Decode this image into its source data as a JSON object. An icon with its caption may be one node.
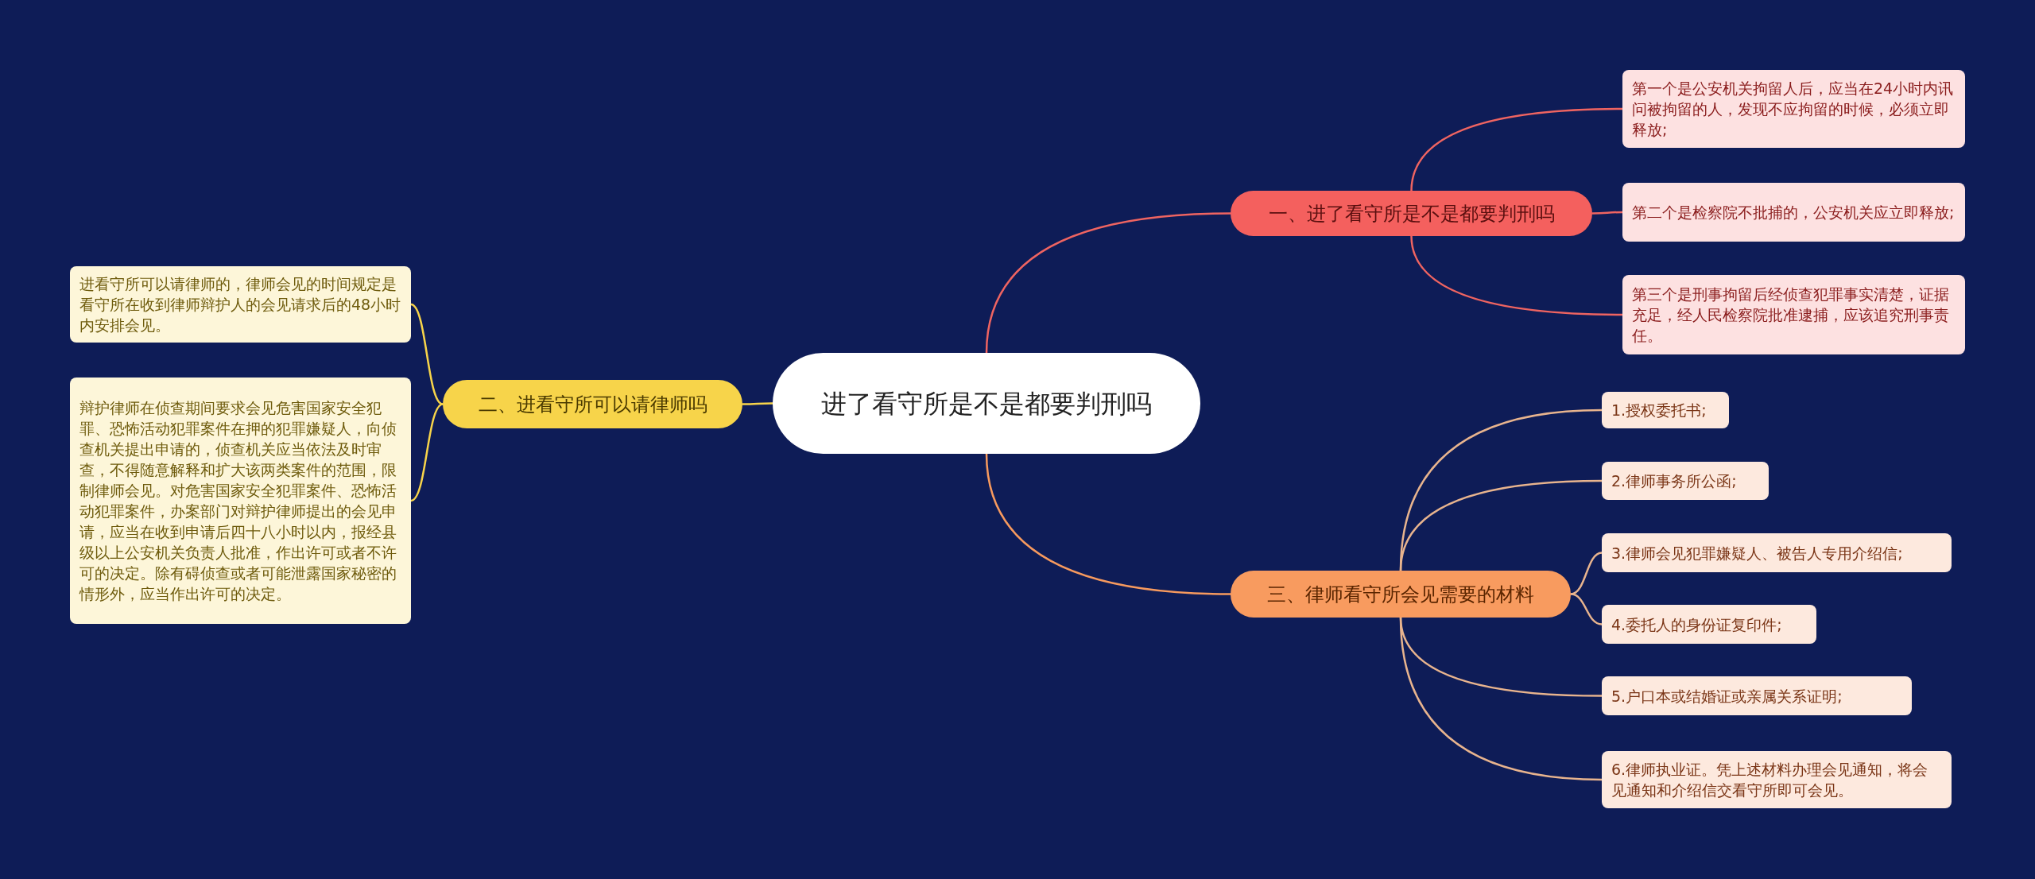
{
  "diagram": {
    "nodes": [
      {
        "text": [
          "进了看守所是不是都要判刑吗"
        ]
      },
      {
        "text": [
          "一、进了看守所是不是都要判刑吗"
        ]
      },
      {
        "text": [
          "第一个是公安机关拘留人后，应当在24小时内讯问被拘留的人，发现不应拘留的时候，必须立即释放;"
        ]
      },
      {
        "text": [
          "第二个是检察院不批捕的，公安机关应立即释放;"
        ]
      },
      {
        "text": [
          "第三个是刑事拘留后经侦查犯罪事实清楚，证据充足，经人民检察院批准逮捕，应该追究刑事责任。"
        ]
      },
      {
        "text": [
          "二、进看守所可以请律师吗"
        ]
      },
      {
        "text": [
          "进看守所可以请律师的，律师会见的时间规定是看守所在收到律师辩护人的会见请求后的48小时内安排会见。"
        ]
      },
      {
        "text": [
          "辩护律师在侦查期间要求会见危害国家安全犯罪、恐怖活动犯罪案件在押的犯罪嫌疑人，向侦查机关提出申请的，侦查机关应当依法及时审查，不得随意解释和扩大该两类案件的范围，限制律师会见。对危害国家安全犯罪案件、恐怖活动犯罪案件，办案部门对辩护律师提出的会见申请，应当在收到申请后四十八小时以内，报经县级以上公安机关负责人批准，作出许可或者不许可的决定。除有碍侦查或者可能泄露国家秘密的情形外，应当作出许可的决定。"
        ]
      },
      {
        "text": [
          "三、律师看守所会见需要的材料"
        ]
      },
      {
        "text": [
          "1.授权委托书;"
        ]
      },
      {
        "text": [
          "2.律师事务所公函;"
        ]
      },
      {
        "text": [
          "3.律师会见犯罪嫌疑人、被告人专用介绍信;"
        ]
      },
      {
        "text": [
          "4.委托人的身份证复印件;"
        ]
      },
      {
        "text": [
          "5.户口本或结婚证或亲属关系证明;"
        ]
      },
      {
        "text": [
          "6.律师执业证。凭上述材料办理会见通知，将会见通知和介绍信交看守所即可会见。"
        ]
      }
    ],
    "edges": [
      {
        "from": 0,
        "to": 1,
        "arrow": "none",
        "color": "#ef6461"
      },
      {
        "from": 1,
        "to": 2,
        "arrow": "none",
        "color": "#ef6461"
      },
      {
        "from": 1,
        "to": 3,
        "arrow": "none",
        "color": "#ef6461"
      },
      {
        "from": 1,
        "to": 4,
        "arrow": "none",
        "color": "#ef6461"
      },
      {
        "from": 0,
        "to": 5,
        "arrow": "none",
        "color": "#f7d44a"
      },
      {
        "from": 5,
        "to": 6,
        "arrow": "none",
        "color": "#f7d44a"
      },
      {
        "from": 5,
        "to": 7,
        "arrow": "none",
        "color": "#f7d44a"
      },
      {
        "from": 0,
        "to": 8,
        "arrow": "none",
        "color": "#f79a5e"
      },
      {
        "from": 8,
        "to": 9,
        "arrow": "none",
        "color": "#e8b48e"
      },
      {
        "from": 8,
        "to": 10,
        "arrow": "none",
        "color": "#e8b48e"
      },
      {
        "from": 8,
        "to": 11,
        "arrow": "none",
        "color": "#e8b48e"
      },
      {
        "from": 8,
        "to": 12,
        "arrow": "none",
        "color": "#e8b48e"
      },
      {
        "from": 8,
        "to": 13,
        "arrow": "none",
        "color": "#e8b48e"
      },
      {
        "from": 8,
        "to": 14,
        "arrow": "none",
        "color": "#e8b48e"
      }
    ]
  }
}
